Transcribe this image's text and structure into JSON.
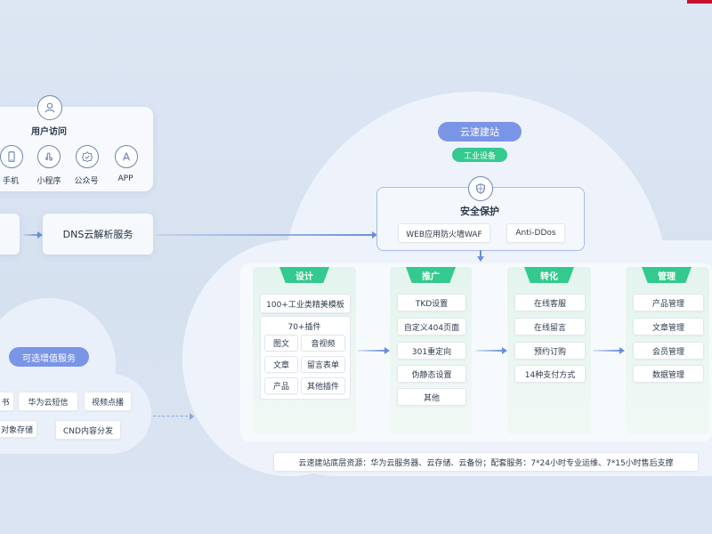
{
  "colors": {
    "primary_blue": "#7b95e6",
    "green": "#34c98f",
    "arrow": "#6a8fd8",
    "cloud": "#eef3fb",
    "accent_red": "#c8102e"
  },
  "user_access": {
    "title": "用户访问",
    "title_icon": "user-icon",
    "items": [
      {
        "label": "手机",
        "icon": "phone-icon"
      },
      {
        "label": "小程序",
        "icon": "mini-program-icon"
      },
      {
        "label": "公众号",
        "icon": "official-account-icon"
      },
      {
        "label": "APP",
        "icon": "app-icon"
      }
    ]
  },
  "dns": {
    "label": "DNS云解析服务"
  },
  "value_added": {
    "title": "可选增值服务",
    "items_row1": [
      "书",
      "华为云短信",
      "视频点播"
    ],
    "items_row2": [
      "对象存储",
      "CND内容分发"
    ]
  },
  "main_cloud": {
    "title": "云速建站",
    "subtitle": "工业设备",
    "security": {
      "icon": "shield-icon",
      "title": "安全保护",
      "items": [
        "WEB应用防火墙WAF",
        "Anti-DDos"
      ]
    },
    "columns": [
      {
        "title": "设计",
        "items": [
          "100+工业类精美模板"
        ],
        "plugin_title": "70+插件",
        "plugin_items": [
          "图文",
          "音视频",
          "文章",
          "留言表单",
          "产品",
          "其他插件"
        ]
      },
      {
        "title": "推广",
        "items": [
          "TKD设置",
          "自定义404页面",
          "301重定向",
          "伪静态设置",
          "其他"
        ]
      },
      {
        "title": "转化",
        "items": [
          "在线客服",
          "在线留言",
          "预约订购",
          "14种支付方式"
        ]
      },
      {
        "title": "管理",
        "items": [
          "产品管理",
          "文章管理",
          "会员管理",
          "数据管理"
        ]
      }
    ],
    "footer": "云速建站底层资源：华为云服务器、云存储、云备份；配套服务：7*24小时专业运维、7*15小时售后支撑"
  }
}
